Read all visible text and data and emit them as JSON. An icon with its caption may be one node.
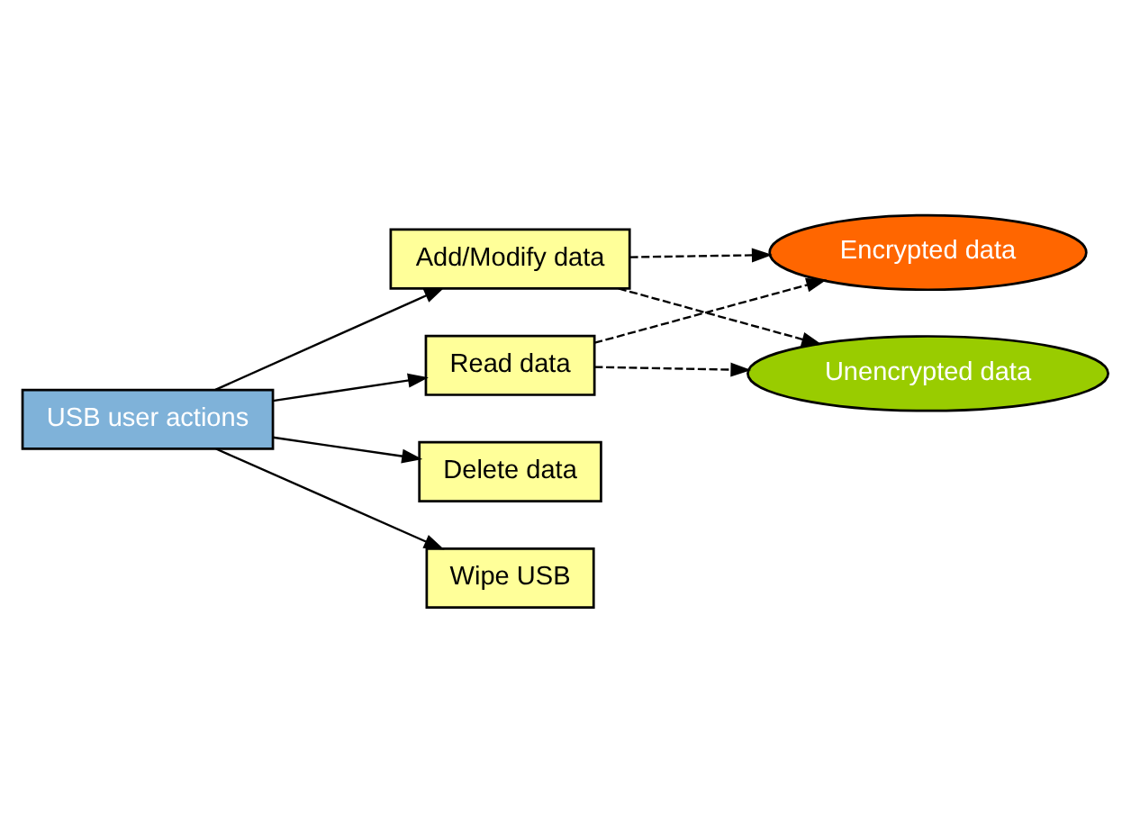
{
  "diagram": {
    "nodes": [
      {
        "text": [
          "USB user actions"
        ]
      },
      {
        "text": [
          "Add/Modify data"
        ]
      },
      {
        "text": [
          "Encrypted data"
        ]
      },
      {
        "text": [
          "Read data"
        ]
      },
      {
        "text": [
          "Unencrypted data"
        ]
      },
      {
        "text": [
          "Delete data"
        ]
      },
      {
        "text": [
          "Wipe USB"
        ]
      }
    ],
    "edges": [
      {
        "from": 0,
        "to": 1,
        "arrow": "to"
      },
      {
        "from": 0,
        "to": 3,
        "arrow": "to"
      },
      {
        "from": 0,
        "to": 5,
        "arrow": "to"
      },
      {
        "from": 0,
        "to": 6,
        "arrow": "to"
      },
      {
        "from": 1,
        "to": 2,
        "arrow": "to",
        "style": "dashed"
      },
      {
        "from": 1,
        "to": 4,
        "arrow": "to",
        "style": "dashed"
      },
      {
        "from": 3,
        "to": 2,
        "arrow": "to",
        "style": "dashed"
      },
      {
        "from": 3,
        "to": 4,
        "arrow": "to",
        "style": "dashed"
      }
    ]
  }
}
